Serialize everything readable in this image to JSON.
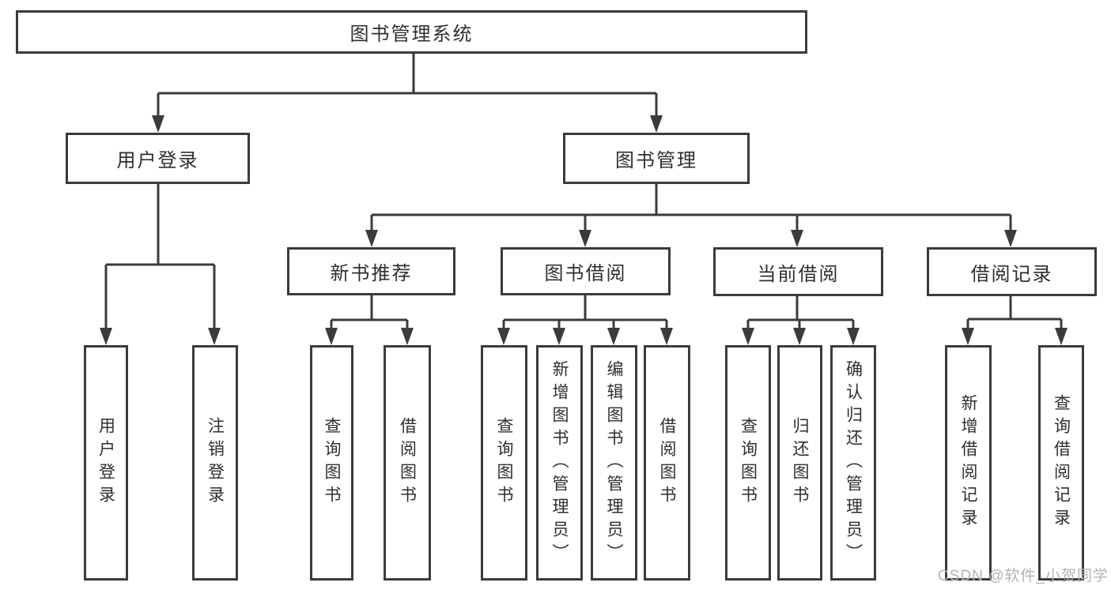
{
  "tree": {
    "root": {
      "label": "图书管理系统"
    },
    "branches": [
      {
        "label": "用户登录",
        "children": [
          {
            "label": "用户登录"
          },
          {
            "label": "注销登录"
          }
        ]
      },
      {
        "label": "图书管理",
        "children": [
          {
            "label": "新书推荐",
            "children": [
              {
                "label": "查询图书"
              },
              {
                "label": "借阅图书"
              }
            ]
          },
          {
            "label": "图书借阅",
            "children": [
              {
                "label": "查询图书"
              },
              {
                "label": "新增图书（管理员）"
              },
              {
                "label": "编辑图书（管理员）"
              },
              {
                "label": "借阅图书"
              }
            ]
          },
          {
            "label": "当前借阅",
            "children": [
              {
                "label": "查询图书"
              },
              {
                "label": "归还图书"
              },
              {
                "label": "确认归还（管理员）"
              }
            ]
          },
          {
            "label": "借阅记录",
            "children": [
              {
                "label": "新增借阅记录"
              },
              {
                "label": "查询借阅记录"
              }
            ]
          }
        ]
      }
    ]
  },
  "watermark": {
    "text": "CSDN @软件_小贺同学"
  },
  "colors": {
    "line": "#3b3b3b",
    "text": "#2f2f2f",
    "watermark": "#b3b2b6",
    "background": "#ffffff"
  }
}
